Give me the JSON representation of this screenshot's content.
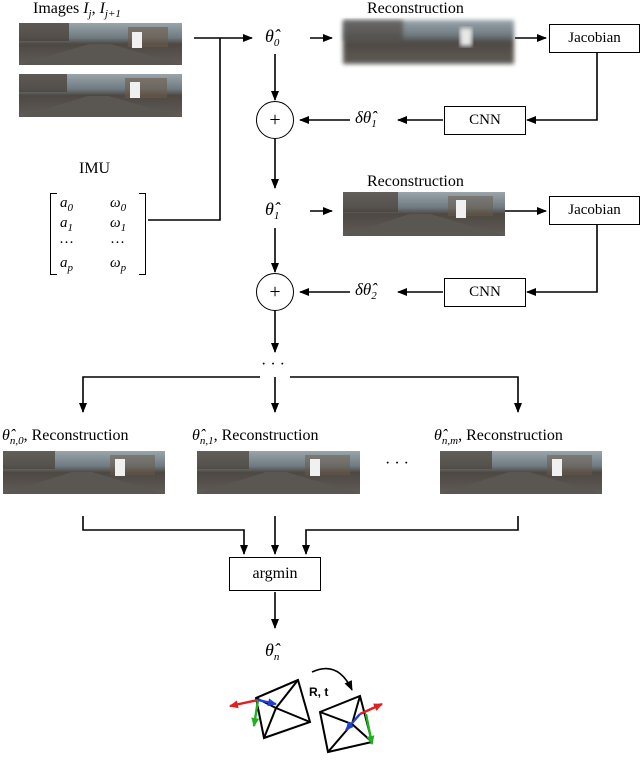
{
  "labels": {
    "images_title": "Images",
    "images_var1": "I",
    "images_sub1": "j",
    "images_sep": ", ",
    "images_var2": "I",
    "images_sub2": "j+1",
    "imu": "IMU",
    "reconstruction": "Reconstruction",
    "theta0": "θ̂",
    "theta0_sub": "0",
    "theta1": "θ̂",
    "theta1_sub": "1",
    "delta1": "δθ̂",
    "delta1_sub": "1",
    "delta2": "δθ̂",
    "delta2_sub": "2",
    "theta_n": "θ̂",
    "theta_n_sub": "n",
    "dots": "· · ·",
    "branch1": "θ̂",
    "branch1_sub": "n,0",
    "branch2": "θ̂",
    "branch2_sub": "n,1",
    "branch3": "θ̂",
    "branch3_sub": "n,m",
    "branch_suffix": ", Reconstruction",
    "rt": "R, t"
  },
  "boxes": {
    "jacobian": "Jacobian",
    "cnn": "CNN",
    "argmin": "argmin",
    "plus": "+"
  },
  "matrix": {
    "rows": [
      [
        "a0",
        "ω0"
      ],
      [
        "a1",
        "ω1"
      ],
      [
        "···",
        "···"
      ],
      [
        "ap",
        "ωp"
      ]
    ]
  },
  "colors": {
    "sky": "#7f8b95",
    "road": "#5e5b57",
    "building": "#4a4038",
    "axis_red": "#e02020",
    "axis_green": "#20b020",
    "axis_blue": "#2040d0"
  }
}
